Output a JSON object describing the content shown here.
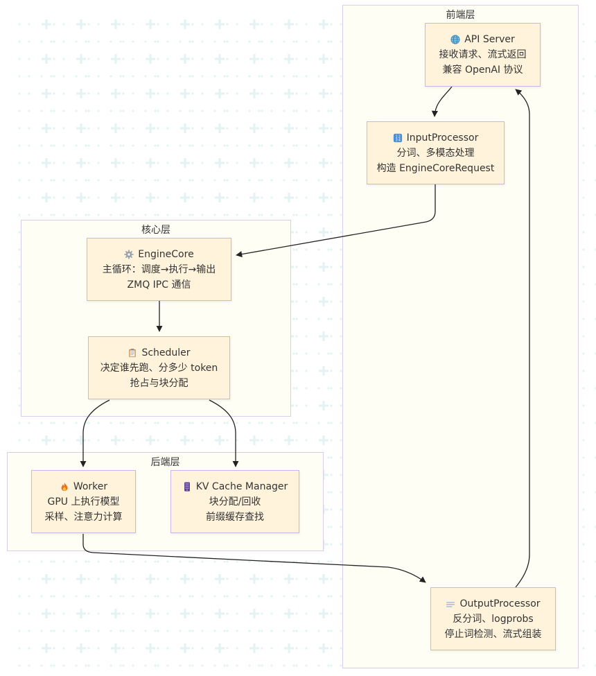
{
  "clusters": {
    "frontend": {
      "title": "前端层"
    },
    "core": {
      "title": "核心层"
    },
    "backend": {
      "title": "后端层"
    }
  },
  "nodes": {
    "api_server": {
      "icon": "globe-icon",
      "title": "API Server",
      "lines": [
        "接收请求、流式返回",
        "兼容 OpenAI 协议"
      ]
    },
    "input_processor": {
      "icon": "numbers-keycap-icon",
      "title": "InputProcessor",
      "lines": [
        "分词、多模态处理",
        "构造 EngineCoreRequest"
      ]
    },
    "engine_core": {
      "icon": "gear-icon",
      "title": "EngineCore",
      "lines": [
        "主循环：调度→执行→输出",
        "ZMQ IPC 通信"
      ]
    },
    "scheduler": {
      "icon": "clipboard-icon",
      "title": "Scheduler",
      "lines": [
        "决定谁先跑、分多少 token",
        "抢占与块分配"
      ]
    },
    "worker": {
      "icon": "fire-icon",
      "title": "Worker",
      "lines": [
        "GPU 上执行模型",
        "采样、注意力计算"
      ]
    },
    "kv_cache_manager": {
      "icon": "storage-icon",
      "title": "KV Cache Manager",
      "lines": [
        "块分配/回收",
        "前缀缓存查找"
      ]
    },
    "output_processor": {
      "icon": "stream-icon",
      "title": "OutputProcessor",
      "lines": [
        "反分词、logprobs",
        "停止词检测、流式组装"
      ]
    }
  },
  "edges": [
    {
      "from": "api_server",
      "to": "input_processor"
    },
    {
      "from": "input_processor",
      "to": "engine_core"
    },
    {
      "from": "engine_core",
      "to": "scheduler"
    },
    {
      "from": "scheduler",
      "to": "worker"
    },
    {
      "from": "scheduler",
      "to": "kv_cache_manager"
    },
    {
      "from": "worker",
      "to": "output_processor"
    },
    {
      "from": "output_processor",
      "to": "api_server"
    }
  ],
  "colors": {
    "node_fill": "#fff3dc",
    "node_border": "#c9b5e3",
    "cluster_fill": "#fffef4",
    "cluster_border": "#d9cde8",
    "edge": "#222222",
    "grid_mark": "#e3f2f2"
  }
}
